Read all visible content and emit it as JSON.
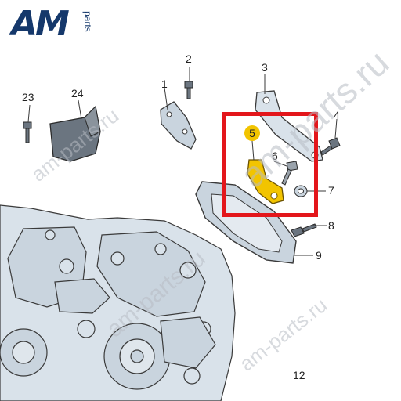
{
  "logo": {
    "main": "AM",
    "sub": "parts"
  },
  "callouts": {
    "c1": "1",
    "c2": "2",
    "c3": "3",
    "c4": "4",
    "c5": "5",
    "c6": "6",
    "c7": "7",
    "c8": "8",
    "c9": "9",
    "c12": "12",
    "c23": "23",
    "c24": "24"
  },
  "watermarks": {
    "w1": "am-parts.ru",
    "w2": "am-parts.ru",
    "w3": "am-parts.ru",
    "w4": "am-parts.ru"
  },
  "colors": {
    "highlight_frame": "#e3161b",
    "highlighted_part": "#f2c400",
    "line_art": "#3a3a3a",
    "part_fill": "#d9e2ea",
    "logo": "#15386b"
  }
}
